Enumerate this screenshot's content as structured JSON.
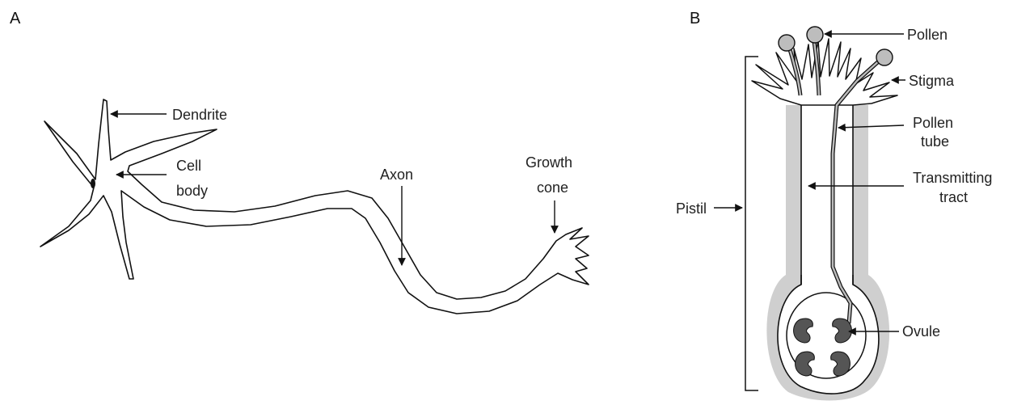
{
  "panels": {
    "a": {
      "letter": "A",
      "labels": {
        "dendrite": "Dendrite",
        "cell_body_1": "Cell",
        "cell_body_2": "body",
        "axon": "Axon",
        "growth_cone_1": "Growth",
        "growth_cone_2": "cone"
      }
    },
    "b": {
      "letter": "B",
      "labels": {
        "pollen": "Pollen",
        "stigma": "Stigma",
        "pollen_tube_1": "Pollen",
        "pollen_tube_2": "tube",
        "transmitting_tract_1": "Transmitting",
        "transmitting_tract_2": "tract",
        "pistil": "Pistil",
        "ovule": "Ovule"
      }
    }
  }
}
